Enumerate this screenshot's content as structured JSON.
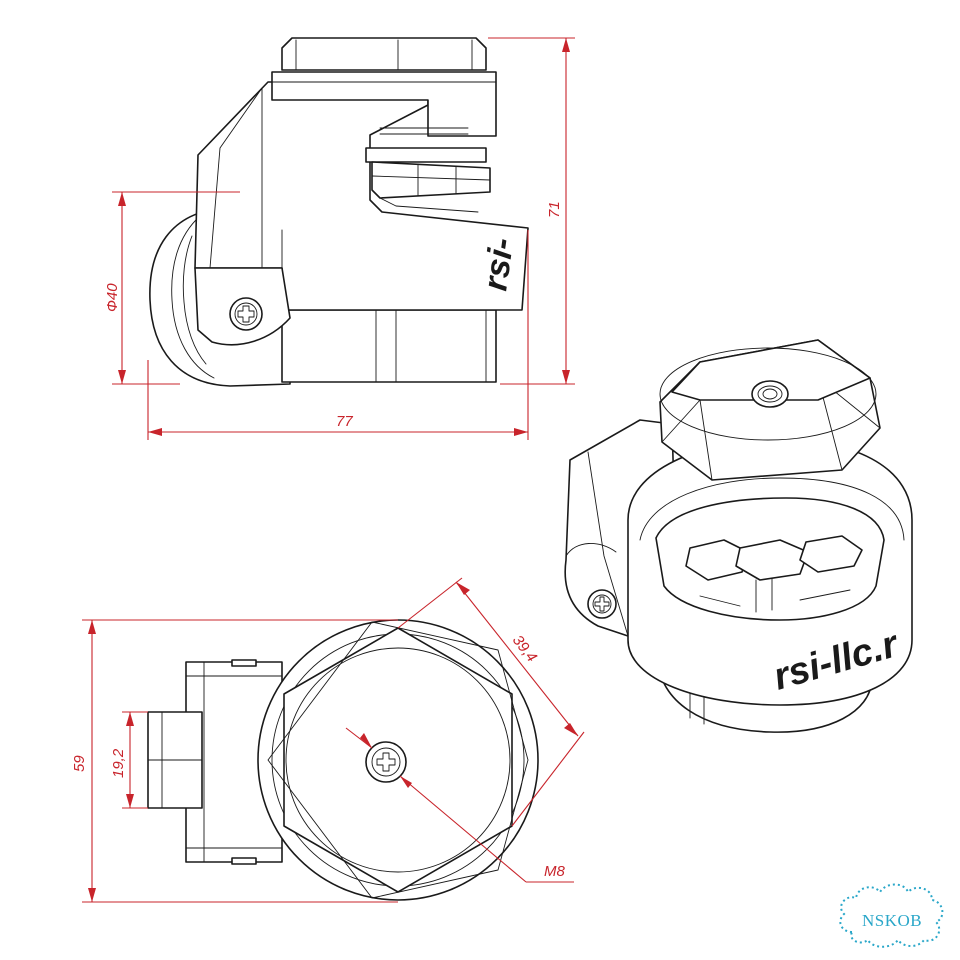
{
  "dimensions": {
    "wheel_diameter": "Ф40",
    "total_height": "71",
    "side_length": "77",
    "hex_across": "39,4",
    "base_width": "59",
    "pad_width": "19,2",
    "thread": "M8"
  },
  "brand": {
    "side": "rsi-",
    "iso": "rsi-llc.r"
  },
  "watermark": {
    "text": "NSKOB",
    "color": "#2aa7c9"
  },
  "colors": {
    "dimension": "#c8242b",
    "outline": "#1a1a1a"
  }
}
